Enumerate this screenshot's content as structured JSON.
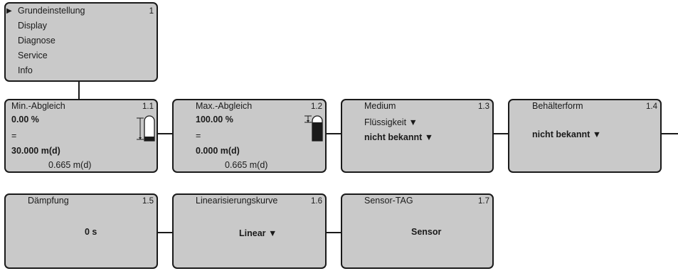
{
  "main_menu": {
    "number": "1",
    "selected_marker": "▶",
    "items": [
      "Grundeinstellung",
      "Display",
      "Diagnose",
      "Service",
      "Info"
    ]
  },
  "boxes": {
    "min_adj": {
      "title": "Min.-Abgleich",
      "number": "1.1",
      "percent": "0.00 %",
      "equals": "=",
      "distance": "30.000 m(d)",
      "current": "0.665 m(d)"
    },
    "max_adj": {
      "title": "Max.-Abgleich",
      "number": "1.2",
      "percent": "100.00 %",
      "equals": "=",
      "distance": "0.000 m(d)",
      "current": "0.665 m(d)"
    },
    "medium": {
      "title": "Medium",
      "number": "1.3",
      "value1": "Flüssigkeit ▼",
      "value2": "nicht bekannt ▼"
    },
    "vessel": {
      "title": "Behälterform",
      "number": "1.4",
      "value": "nicht bekannt ▼"
    },
    "damping": {
      "title": "Dämpfung",
      "number": "1.5",
      "value": "0 s"
    },
    "linearization": {
      "title": "Linearisierungskurve",
      "number": "1.6",
      "value": "Linear ▼"
    },
    "sensor_tag": {
      "title": "Sensor-TAG",
      "number": "1.7",
      "value": "Sensor"
    }
  },
  "colors": {
    "box_fill": "#c9c9c9",
    "border": "#1a1a1a"
  }
}
